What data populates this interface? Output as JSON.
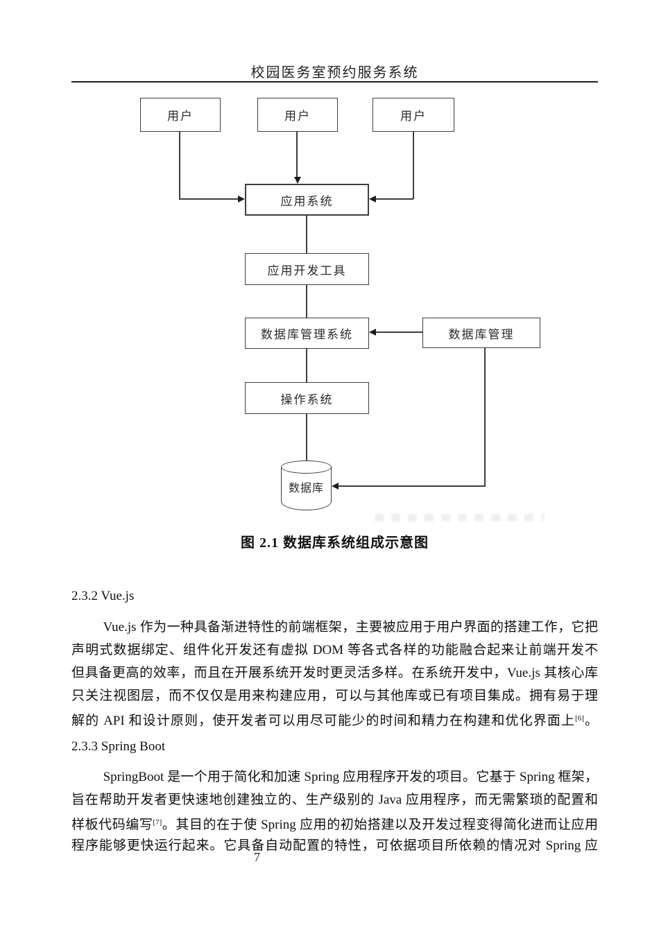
{
  "page": {
    "header_title": "校园医务室预约服务系统",
    "page_number": "7"
  },
  "diagram": {
    "boxes": {
      "user1": "用户",
      "user2": "用户",
      "user3": "用户",
      "app_system": "应用系统",
      "dev_tools": "应用开发工具",
      "dbms": "数据库管理系统",
      "db_management": "数据库管理",
      "os": "操作系统",
      "database": "数据库"
    },
    "caption": "图 2.1 数据库系统组成示意图",
    "line_color": "#3d3d3d"
  },
  "sections": [
    {
      "heading": "2.3.2 Vue.js",
      "lines": [
        "Vue.js 作为一种具备渐进特性的前端框架，主要被应用于用户界面的搭建工作，它把",
        "声明式数据绑定、组件化开发还有虚拟 DOM 等各式各样的功能融合起来让前端开发不",
        "但具备更高的效率，而且在开展系统开发时更灵活多样。在系统开发中，Vue.js 其核心库",
        "只关注视图层，而不仅仅是用来构建应用，可以与其他库或已有项目集成。拥有易于理",
        "解的 API 和设计原则，使开发者可以用尽可能少的时间和精力在构建和优化界面上[6]。"
      ]
    },
    {
      "heading": "2.3.3 Spring Boot",
      "lines": [
        "SpringBoot 是一个用于简化和加速 Spring 应用程序开发的项目。它基于 Spring 框架，",
        "旨在帮助开发者更快速地创建独立的、生产级别的 Java 应用程序，而无需繁琐的配置和",
        "样板代码编写[7]。其目的在于使 Spring 应用的初始搭建以及开发过程变得简化进而让应用",
        "程序能够更快运行起来。它具备自动配置的特性，可依据项目所依赖的情况对 Spring 应"
      ]
    }
  ]
}
